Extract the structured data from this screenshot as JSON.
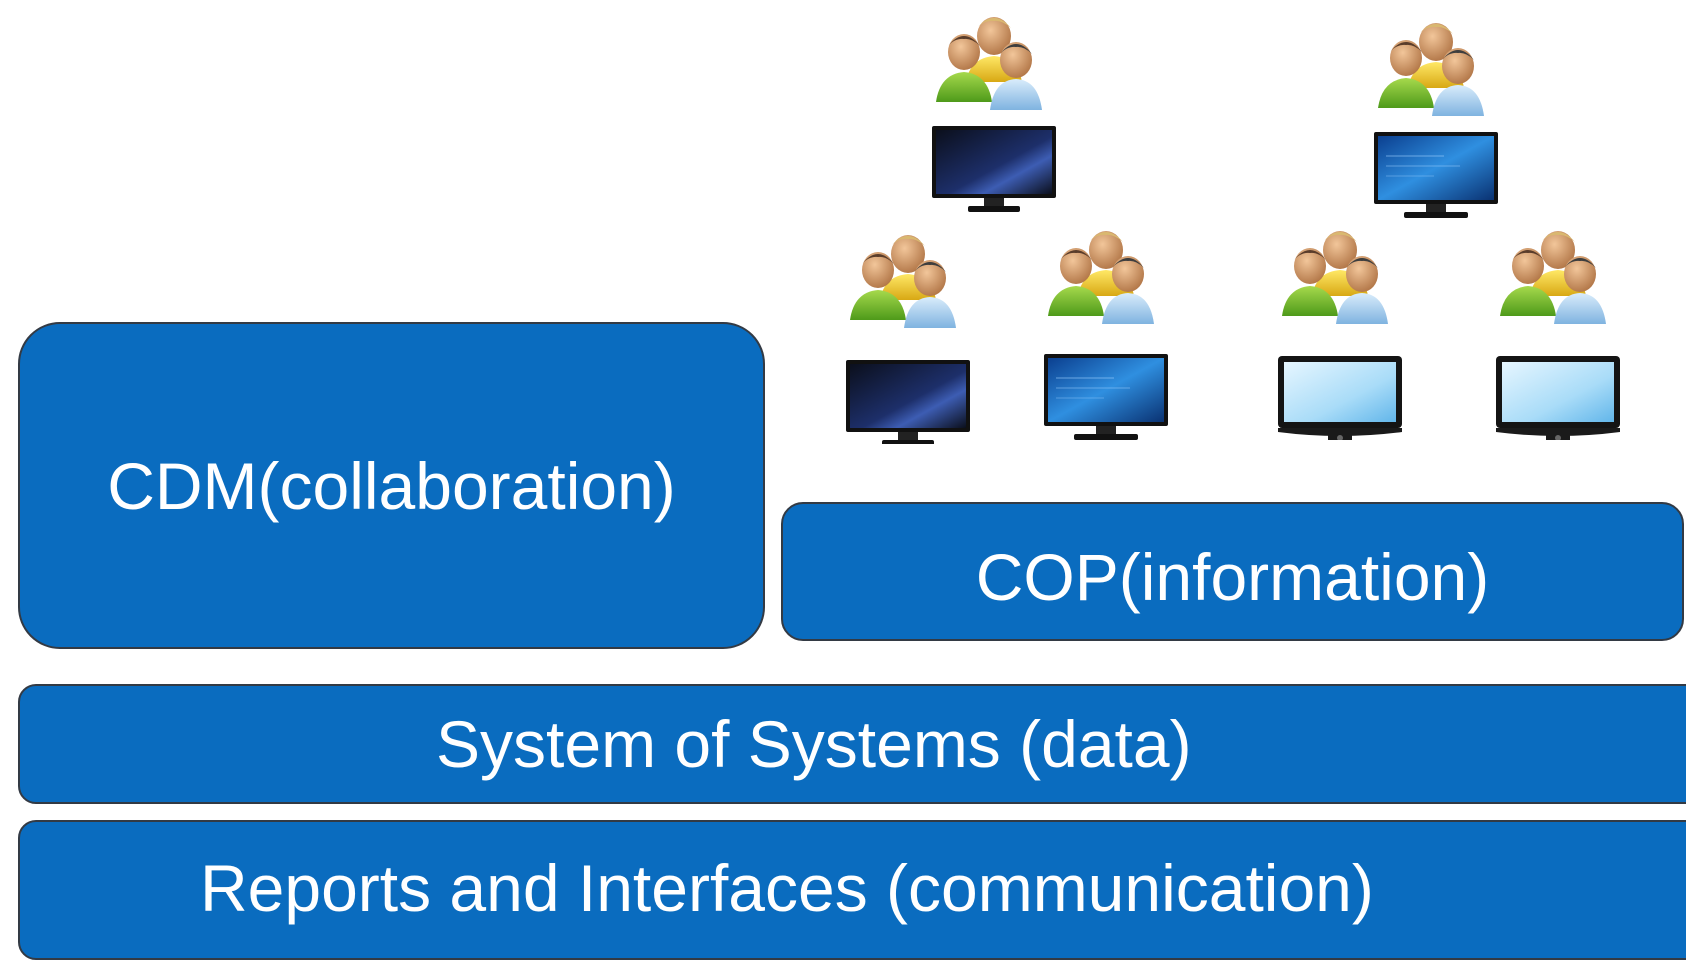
{
  "layers": {
    "cdm": "CDM(collaboration)",
    "cop": "COP(information)",
    "sos": "System of Systems (data)",
    "rai": "Reports and Interfaces (communication)"
  },
  "icons": {
    "users": "users-group-icon",
    "dark_monitor": "dark-monitor-icon",
    "blue_monitor": "blue-screen-monitor-icon",
    "tv_monitor": "tv-monitor-icon"
  },
  "colors": {
    "layer_fill": "#0a6cbf",
    "layer_border": "#333a44",
    "text": "#ffffff"
  }
}
